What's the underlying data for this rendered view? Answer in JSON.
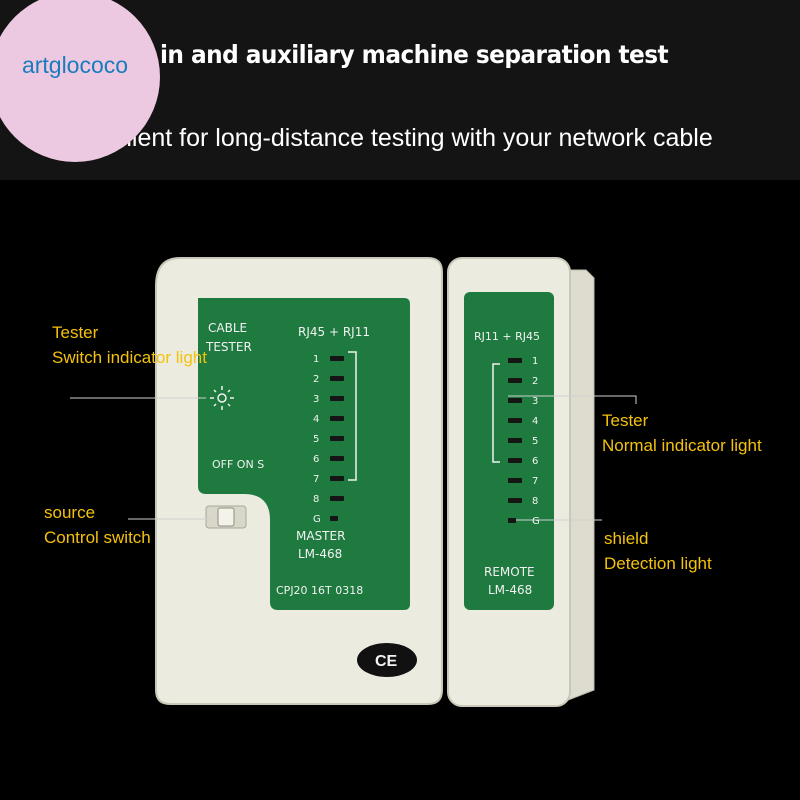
{
  "watermark": {
    "text": "artglococo"
  },
  "headline": "in and auxiliary machine separation test",
  "subline": "nient for long-distance testing with your network cable",
  "callouts": {
    "tester_switch": {
      "line1": "Tester",
      "line2": "Switch indicator light"
    },
    "source_switch": {
      "line1": "source",
      "line2": "Control switch"
    },
    "tester_normal": {
      "line1": "Tester",
      "line2": "Normal indicator light"
    },
    "shield": {
      "line1": "shield",
      "line2": "Detection light"
    }
  },
  "master": {
    "title_line1": "CABLE",
    "title_line2": "TESTER",
    "port_label": "RJ45 + RJ11",
    "switch_label": "OFF ON S",
    "pins": [
      "1",
      "2",
      "3",
      "4",
      "5",
      "6",
      "7",
      "8",
      "G"
    ],
    "model_line1": "MASTER",
    "model_line2": "LM-468",
    "serial": "CPJ20 16T 0318",
    "ce_mark": "CE"
  },
  "remote": {
    "port_label": "RJ11 + RJ45",
    "pins": [
      "1",
      "2",
      "3",
      "4",
      "5",
      "6",
      "7",
      "8",
      "G"
    ],
    "model_line1": "REMOTE",
    "model_line2": "LM-468"
  },
  "colors": {
    "background": "#000000",
    "panel_green": "#1e7a3e",
    "device_body": "#ecebe0",
    "callout_text": "#f4c20d",
    "watermark_bg": "#ecc9e1",
    "watermark_text": "#1a7cbd"
  }
}
